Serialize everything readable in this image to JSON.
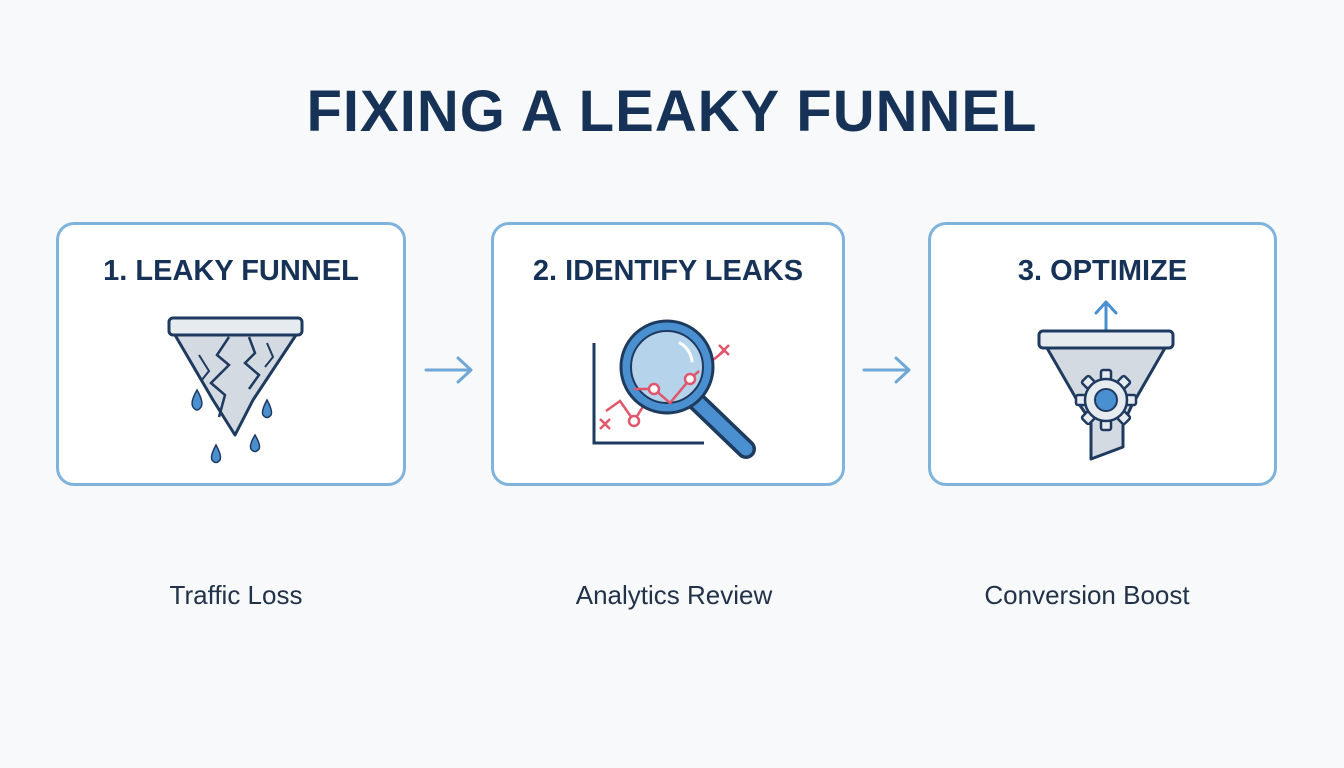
{
  "title": "FIXING A LEAKY FUNNEL",
  "steps": [
    {
      "label": "1. LEAKY FUNNEL",
      "caption": "Traffic Loss",
      "icon": "leaky-funnel-icon"
    },
    {
      "label": "2. IDENTIFY LEAKS",
      "caption": "Analytics Review",
      "icon": "magnifier-chart-icon"
    },
    {
      "label": "3. OPTIMIZE",
      "caption": "Conversion Boost",
      "icon": "funnel-gear-icon"
    }
  ],
  "colors": {
    "title": "#163257",
    "card_border": "#7fb3dc",
    "accent_blue": "#4a90d0",
    "leak_red": "#e0566b",
    "outline": "#1e3a5f"
  }
}
